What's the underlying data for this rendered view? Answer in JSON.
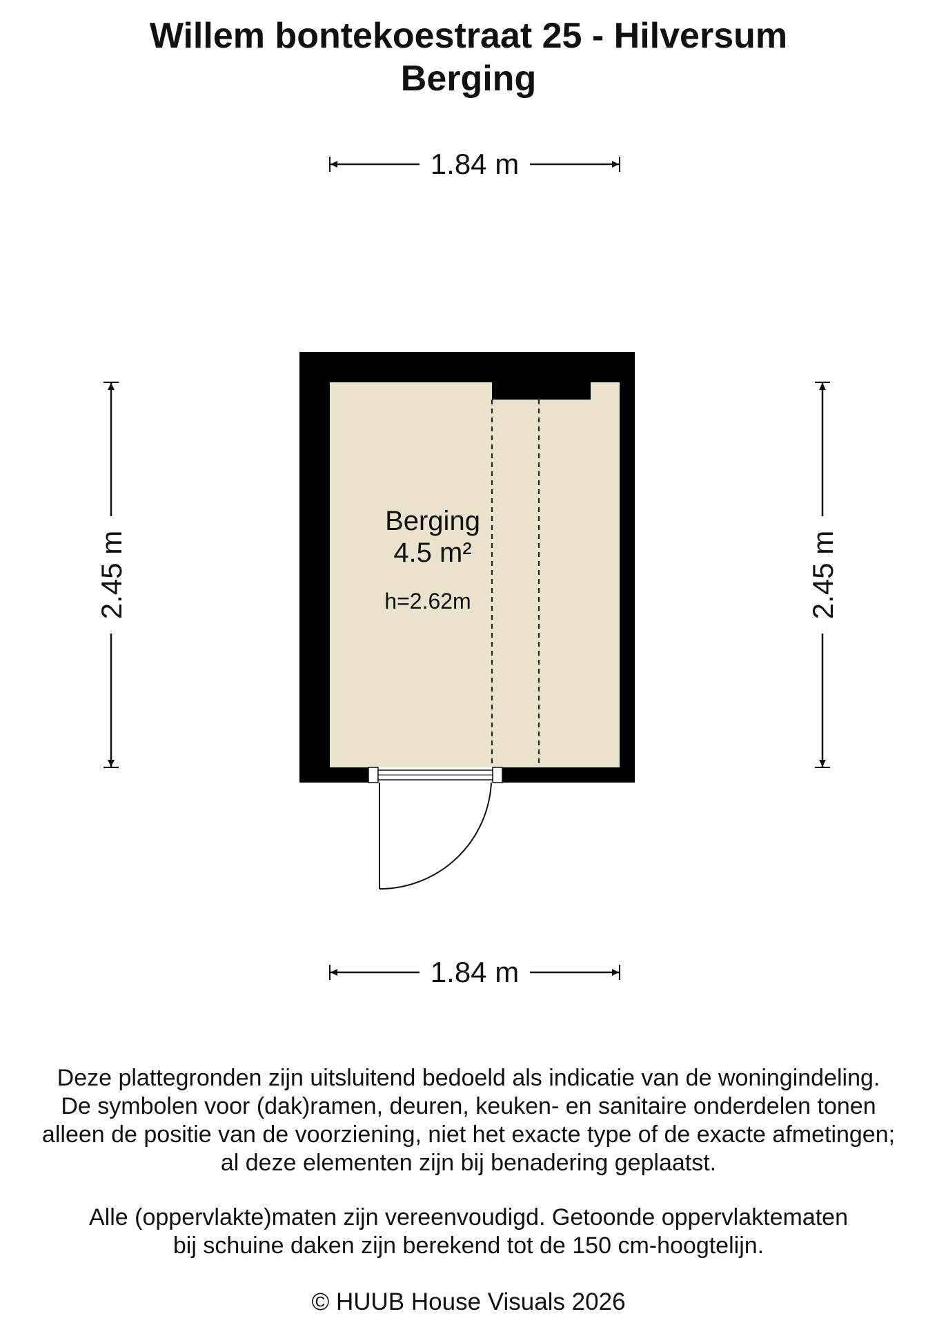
{
  "title": {
    "line1": "Willem bontekoestraat 25 - Hilversum",
    "line2": "Berging"
  },
  "dimensions": {
    "top_width": "1.84 m",
    "bottom_width": "1.84 m",
    "left_depth": "2.45 m",
    "right_depth": "2.45 m"
  },
  "room": {
    "name": "Berging",
    "area": "4.5 m²",
    "height": "h=2.62m"
  },
  "colors": {
    "wall": "#000000",
    "floor": "#e9e2cc",
    "line": "#111111"
  },
  "disclaimer": {
    "paragraph1": [
      "Deze plattegronden zijn uitsluitend bedoeld als indicatie van de woningindeling.",
      "De symbolen voor (dak)ramen, deuren, keuken- en sanitaire onderdelen tonen",
      "alleen de positie van de voorziening, niet het exacte type of de exacte afmetingen;",
      "al deze elementen zijn bij benadering geplaatst."
    ],
    "paragraph2": [
      "Alle (oppervlakte)maten zijn vereenvoudigd. Getoonde oppervlaktematen",
      "bij schuine daken zijn berekend tot de 150 cm-hoogtelijn."
    ]
  },
  "copyright": "© HUUB House Visuals 2026"
}
